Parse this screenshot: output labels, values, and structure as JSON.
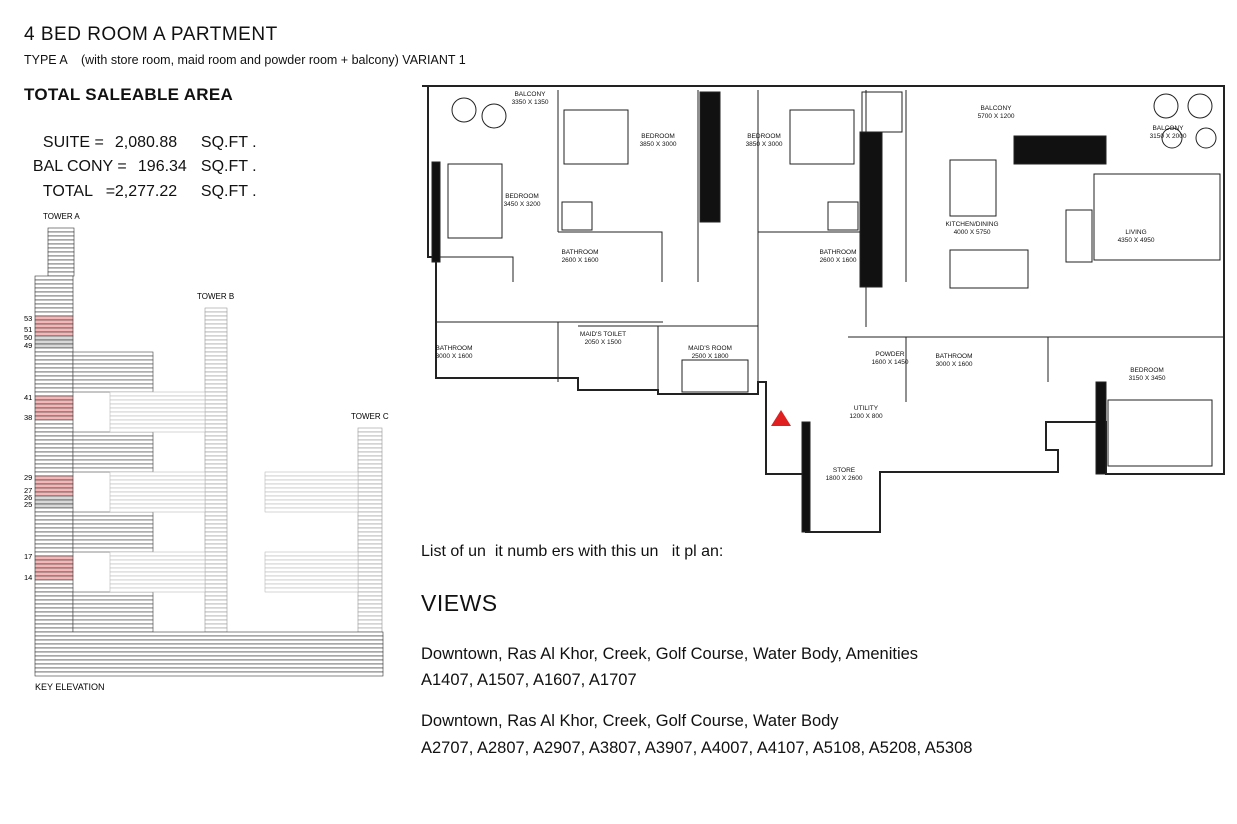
{
  "header": {
    "title": "4 BED ROOM A PARTMENT",
    "subtitle": "TYPE A    (with store room, maid room and powder room + balcony) VARIANT 1"
  },
  "area": {
    "heading": "TOTAL SALEABLE AREA",
    "rows": [
      {
        "label": "SUITE =",
        "value": "2,080.88",
        "unit": "SQ.FT ."
      },
      {
        "label": "BAL CONY =",
        "value": "196.34",
        "unit": "SQ.FT ."
      },
      {
        "label": "TOTAL   =",
        "value": "2,277.22",
        "unit": "SQ.FT ."
      }
    ]
  },
  "elevation": {
    "tower_a": "TOWER A",
    "tower_b": "TOWER B",
    "tower_c": "TOWER C",
    "caption": "KEY ELEVATION",
    "floor_labels": [
      "53",
      "51",
      "50",
      "49",
      "41",
      "38",
      "29",
      "27",
      "26",
      "25",
      "17",
      "14"
    ],
    "highlight_color": "#f4b6b6",
    "grey_color": "#d8d8d8"
  },
  "plan": {
    "rooms": [
      {
        "name": "BALCONY",
        "size": "3350 X 1350"
      },
      {
        "name": "BEDROOM",
        "size": "3850 X 3000"
      },
      {
        "name": "BEDROOM",
        "size": "3850 X 3000"
      },
      {
        "name": "BALCONY",
        "size": "5700 X 1200"
      },
      {
        "name": "BALCONY",
        "size": "3150 X 2000"
      },
      {
        "name": "BEDROOM",
        "size": "3450 X 3200"
      },
      {
        "name": "KITCHEN/DINING",
        "size": "4000 X 5750"
      },
      {
        "name": "LIVING",
        "size": "4350 X 4950"
      },
      {
        "name": "BATHROOM",
        "size": "2600 X 1600"
      },
      {
        "name": "BATHROOM",
        "size": "2600 X 1600"
      },
      {
        "name": "BATHROOM",
        "size": "3000 X 1600"
      },
      {
        "name": "MAID'S TOILET",
        "size": "2050 X 1500"
      },
      {
        "name": "MAID'S ROOM",
        "size": "2500 X 1800"
      },
      {
        "name": "POWDER",
        "size": "1600 X 1450"
      },
      {
        "name": "BATHROOM",
        "size": "3000 X 1600"
      },
      {
        "name": "BEDROOM",
        "size": "3150 X 3450"
      },
      {
        "name": "UTILITY",
        "size": "1200 X 800"
      },
      {
        "name": "STORE",
        "size": "1800 X 2600"
      }
    ],
    "entry_marker_color": "#e02020"
  },
  "units_heading": "List of un  it numb ers with this un   it pl an:",
  "views": {
    "heading": "VIEWS",
    "groups": [
      {
        "view": "Downtown, Ras Al Khor, Creek, Golf Course, Water Body, Amenities",
        "units": "A1407, A1507, A1607, A1707"
      },
      {
        "view": "Downtown, Ras Al Khor, Creek, Golf Course, Water Body",
        "units": "A2707, A2807, A2907, A3807, A3907, A4007, A4107, A5108, A5208, A5308"
      }
    ]
  }
}
